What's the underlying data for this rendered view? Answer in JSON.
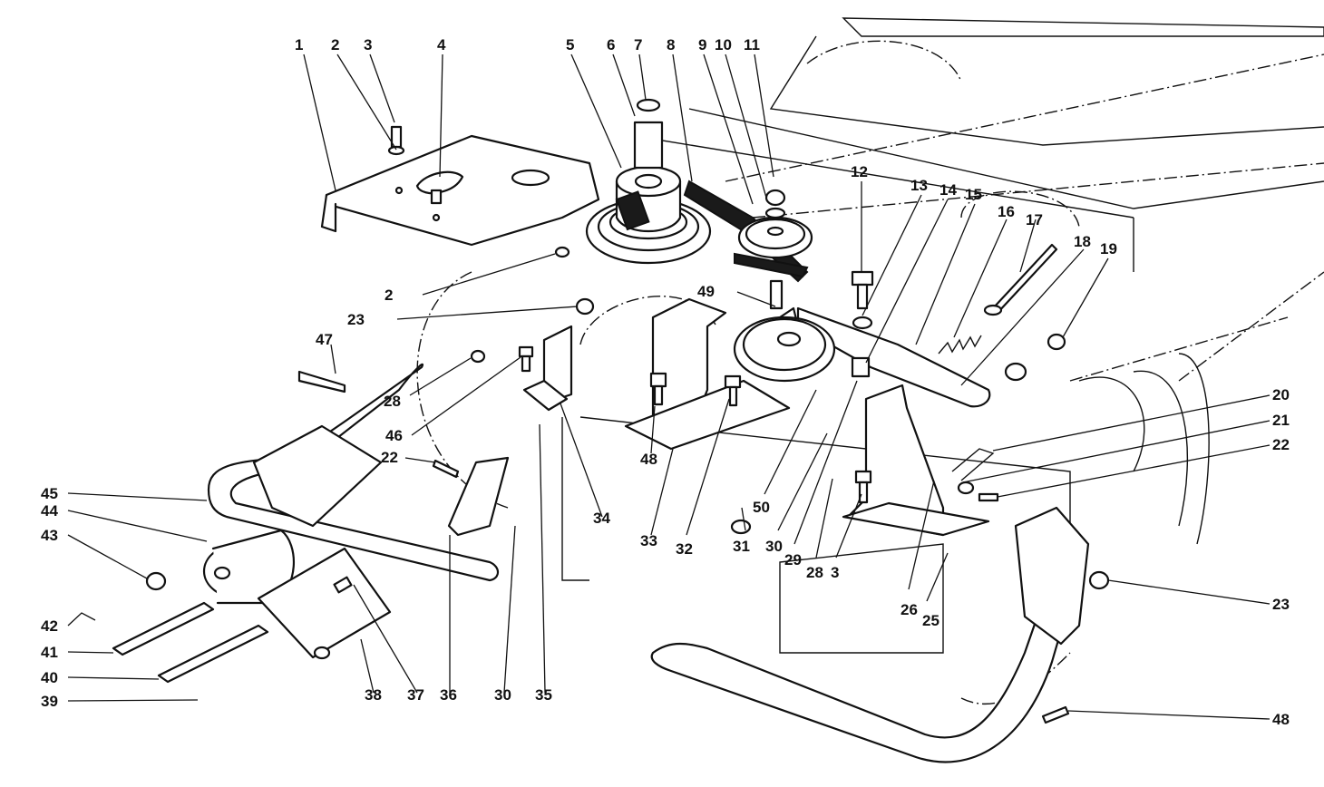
{
  "callouts": {
    "n1": "1",
    "n2": "2",
    "n3": "3",
    "n4": "4",
    "n5": "5",
    "n6": "6",
    "n7": "7",
    "n8": "8",
    "n9": "9",
    "n10": "10",
    "n11": "11",
    "n12": "12",
    "n13": "13",
    "n14": "14",
    "n15": "15",
    "n16": "16",
    "n17": "17",
    "n18": "18",
    "n19": "19",
    "n20": "20",
    "n21": "21",
    "n22": "22",
    "n23": "23",
    "n25": "25",
    "n26": "26",
    "n28": "28",
    "n29": "29",
    "n30": "30",
    "n31": "31",
    "n32": "32",
    "n33": "33",
    "n34": "34",
    "n35": "35",
    "n36": "36",
    "n37": "37",
    "n38": "38",
    "n39": "39",
    "n40": "40",
    "n41": "41",
    "n42": "42",
    "n43": "43",
    "n44": "44",
    "n45": "45",
    "n46": "46",
    "n47": "47",
    "n48": "48",
    "n49": "49",
    "n50": "50"
  },
  "colors": {
    "ink": "#111111",
    "paper": "#ffffff"
  }
}
